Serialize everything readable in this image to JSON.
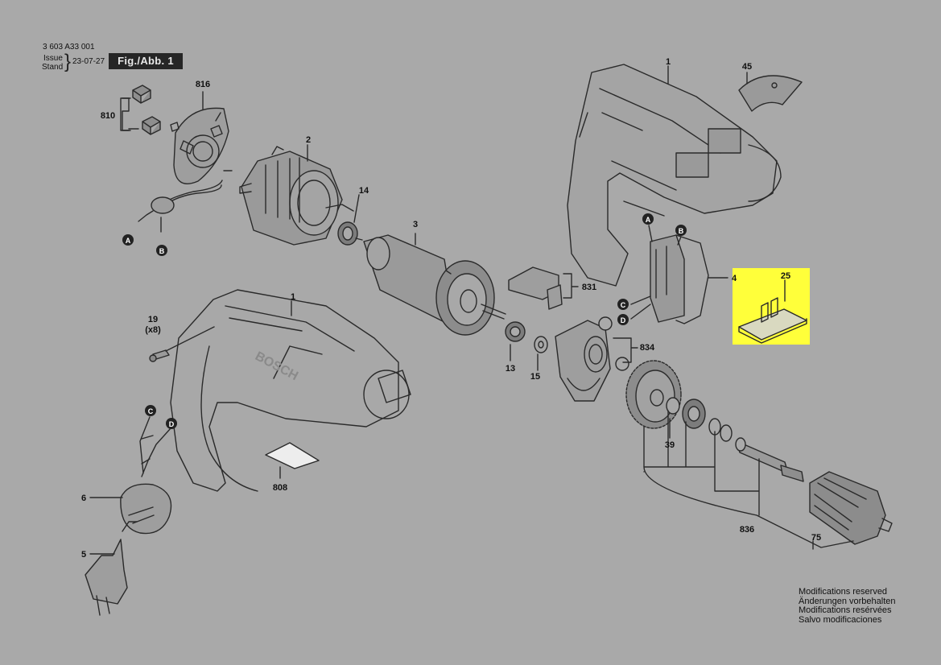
{
  "header": {
    "doc_number": "3 603 A33 001",
    "issue_label": "Issue",
    "stand_label": "Stand",
    "date": "23-07-27",
    "figure": "Fig./Abb. 1"
  },
  "parts": [
    {
      "id": "p1a",
      "label": "1"
    },
    {
      "id": "p1b",
      "label": "1"
    },
    {
      "id": "p2",
      "label": "2"
    },
    {
      "id": "p3",
      "label": "3"
    },
    {
      "id": "p4",
      "label": "4"
    },
    {
      "id": "p5",
      "label": "5"
    },
    {
      "id": "p6",
      "label": "6"
    },
    {
      "id": "p13",
      "label": "13"
    },
    {
      "id": "p14",
      "label": "14"
    },
    {
      "id": "p15",
      "label": "15"
    },
    {
      "id": "p19",
      "label": "19"
    },
    {
      "id": "p19x",
      "label": "(x8)"
    },
    {
      "id": "p25",
      "label": "25"
    },
    {
      "id": "p39",
      "label": "39"
    },
    {
      "id": "p45",
      "label": "45"
    },
    {
      "id": "p75",
      "label": "75"
    },
    {
      "id": "p808",
      "label": "808"
    },
    {
      "id": "p810",
      "label": "810"
    },
    {
      "id": "p816",
      "label": "816"
    },
    {
      "id": "p831",
      "label": "831"
    },
    {
      "id": "p834",
      "label": "834"
    },
    {
      "id": "p836",
      "label": "836"
    }
  ],
  "connectors": {
    "A": "A",
    "B": "B",
    "C": "C",
    "D": "D"
  },
  "housing_brand": "BOSCH",
  "notes": [
    "Modifications reserved",
    "Änderungen vorbehalten",
    "Modifications resérvées",
    "Salvo modificaciones"
  ],
  "colors": {
    "background": "#a9a9a9",
    "line": "#2a2a2a",
    "highlight": "#ffff3a",
    "header_box": "#262626"
  }
}
